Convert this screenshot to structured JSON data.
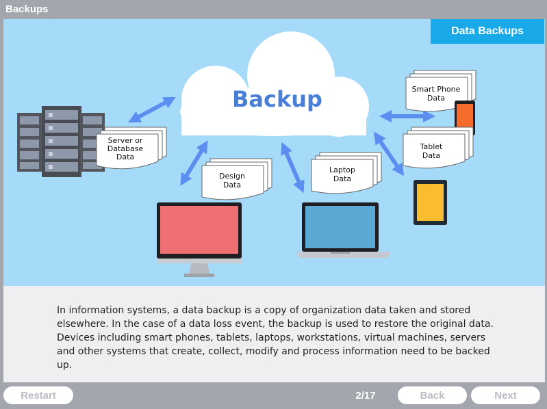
{
  "window": {
    "title": "Backups"
  },
  "section": {
    "badge": "Data Backups"
  },
  "diagram": {
    "cloud_label": "Backup",
    "pages": {
      "server": [
        "Server or",
        "Database",
        "Data"
      ],
      "design": [
        "Design",
        "Data"
      ],
      "laptop": [
        "Laptop",
        "Data"
      ],
      "smartphone": [
        "Smart Phone",
        "Data"
      ],
      "tablet": [
        "Tablet",
        "Data"
      ]
    },
    "colors": {
      "background": "#a6daf9",
      "cloud": "#ffffff",
      "arrow": "#5c8ef0",
      "monitor_screen": "#ef7073",
      "laptop_screen": "#5aa9d4",
      "phone_screen": "#f56b2b",
      "tablet_screen": "#fbbd30",
      "badge": "#1aa9e8"
    }
  },
  "description": "In information systems, a data backup is a copy of organization data taken and stored elsewhere. In the case of a data loss event, the backup is used to restore the original data. Devices including smart phones, tablets, laptops, workstations, virtual machines, servers and other systems that create, collect, modify and process information need to be backed up.",
  "footer": {
    "restart_label": "Restart",
    "page_counter": "2/17",
    "back_label": "Back",
    "next_label": "Next"
  }
}
